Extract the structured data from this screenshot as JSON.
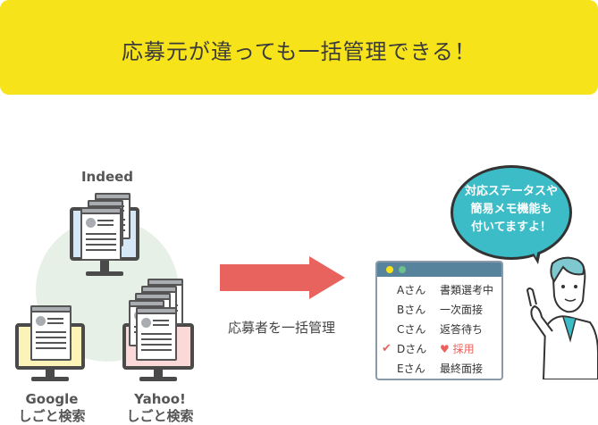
{
  "banner": {
    "title": "応募元が違っても一括管理できる！"
  },
  "sources": {
    "indeed": "Indeed",
    "google_line1": "Google",
    "google_line2": "しごと検索",
    "yahoo_line1": "Yahoo!",
    "yahoo_line2": "しごと検索"
  },
  "arrow": {
    "label": "応募者を一括管理"
  },
  "manager": {
    "rows": [
      {
        "name": "Aさん",
        "status": "書類選考中"
      },
      {
        "name": "Bさん",
        "status": "一次面接"
      },
      {
        "name": "Cさん",
        "status": "返答待ち"
      },
      {
        "name": "Dさん",
        "status": "採用"
      },
      {
        "name": "Eさん",
        "status": "最終面接"
      }
    ]
  },
  "bubble": {
    "line1": "対応ステータスや",
    "line2": "簡易メモ機能も",
    "line3": "付いてますよ！"
  },
  "colors": {
    "banner": "#f7e31a",
    "arrow": "#e8635e",
    "bubble": "#3cbcc6",
    "window_bar": "#58839d",
    "indeed_screen": "#d6e8f6",
    "google_screen": "#fbf3b8",
    "yahoo_screen": "#fbd9d9"
  }
}
